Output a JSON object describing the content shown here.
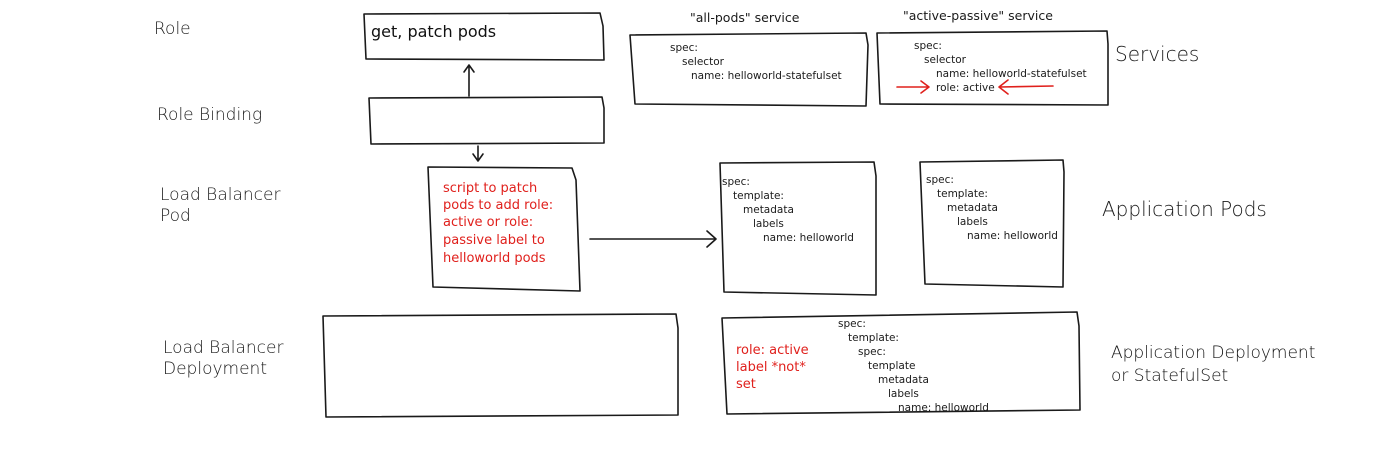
{
  "left_labels": {
    "role": "Role",
    "role_binding": "Role Binding",
    "lb_pod_line1": "Load Balancer",
    "lb_pod_line2": "Pod",
    "lb_dep_line1": "Load Balancer",
    "lb_dep_line2": "Deployment"
  },
  "role_box": {
    "text": "get, patch pods"
  },
  "lb_pod_box": {
    "lines": [
      "script to patch",
      "pods to add role:",
      "active or role:",
      "passive label to",
      "helloworld pods"
    ]
  },
  "services": {
    "all_pods_title": "\"all-pods\" service",
    "all_pods_spec": [
      "spec:",
      "selector",
      "name: helloworld-statefulset"
    ],
    "active_passive_title": "\"active-passive\" service",
    "active_passive_spec": [
      "spec:",
      "selector",
      "name: helloworld-statefulset",
      "role: active"
    ],
    "side_label": "Services"
  },
  "app_pods": {
    "pod_spec": [
      "spec:",
      "template:",
      "metadata",
      "labels",
      "name: helloworld"
    ],
    "side_label": "Application Pods"
  },
  "app_deployment": {
    "spec": [
      "spec:",
      "template:",
      "spec:",
      "template",
      "metadata",
      "labels",
      "name: helloworld"
    ],
    "note": [
      "role: active",
      "label *not*",
      "set"
    ],
    "side_label_line1": "Application Deployment",
    "side_label_line2": "or StatefulSet"
  },
  "colors": {
    "ink": "#1a1a1a",
    "accent_red": "#e0201c"
  }
}
